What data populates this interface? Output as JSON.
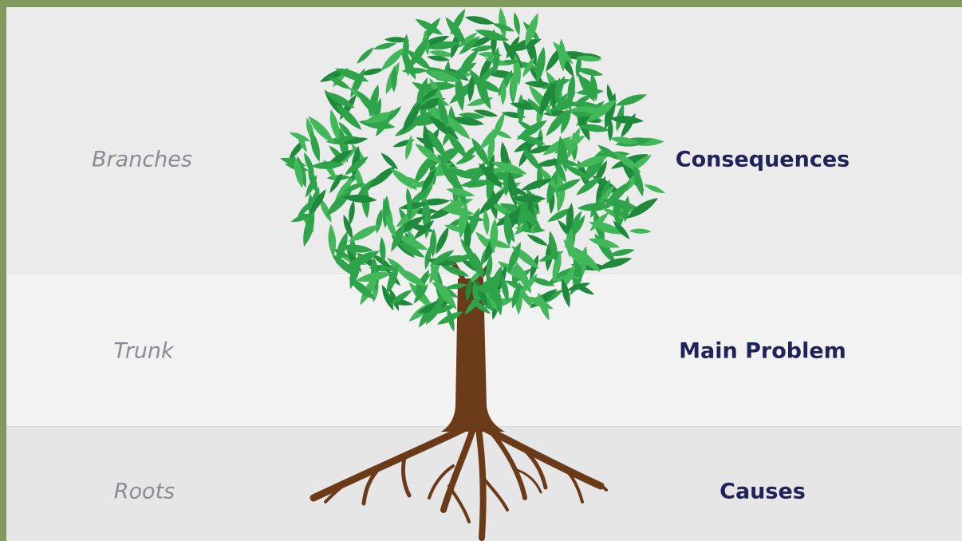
{
  "diagram": {
    "rows": [
      {
        "part": "Branches",
        "meaning": "Consequences"
      },
      {
        "part": "Trunk",
        "meaning": "Main Problem"
      },
      {
        "part": "Roots",
        "meaning": "Causes"
      }
    ]
  },
  "colors": {
    "frame": "#7f9a5c",
    "left_text": "#8a8c93",
    "right_text": "#1f2359",
    "trunk": "#6b3a19",
    "leaf_dark": "#1f8a3b",
    "leaf_mid": "#2ea34a",
    "leaf_light": "#43b85a"
  },
  "icons": {
    "tree": "tree-illustration"
  }
}
